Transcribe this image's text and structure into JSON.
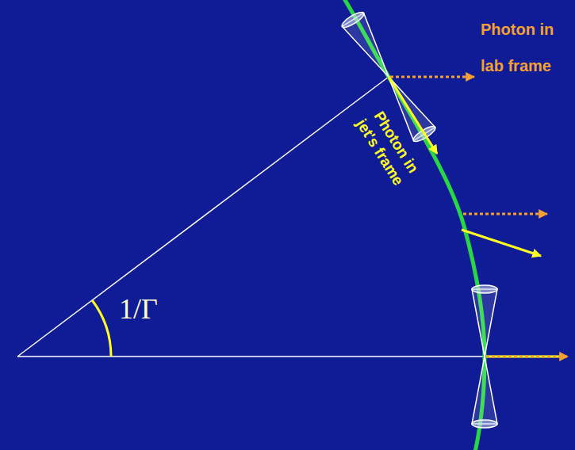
{
  "diagram": {
    "labels": [
      "Photon in lab frame",
      "Photon in jet's frame",
      "1/Γ"
    ]
  }
}
